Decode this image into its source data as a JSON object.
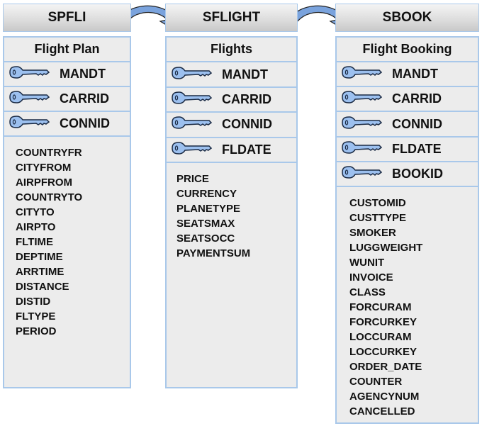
{
  "tables": [
    {
      "name": "SPFLI",
      "title": "Flight Plan",
      "keys": [
        "MANDT",
        "CARRID",
        "CONNID"
      ],
      "fields": [
        "COUNTRYFR",
        "CITYFROM",
        "AIRPFROM",
        "COUNTRYTO",
        "CITYTO",
        "AIRPTO",
        "FLTIME",
        "DEPTIME",
        "ARRTIME",
        "DISTANCE",
        "DISTID",
        "FLTYPE",
        "PERIOD"
      ]
    },
    {
      "name": "SFLIGHT",
      "title": "Flights",
      "keys": [
        "MANDT",
        "CARRID",
        "CONNID",
        "FLDATE"
      ],
      "fields": [
        "PRICE",
        "CURRENCY",
        "PLANETYPE",
        "SEATSMAX",
        "SEATSOCC",
        "PAYMENTSUM"
      ]
    },
    {
      "name": "SBOOK",
      "title": "Flight Booking",
      "keys": [
        "MANDT",
        "CARRID",
        "CONNID",
        "FLDATE",
        "BOOKID"
      ],
      "fields": [
        "CUSTOMID",
        "CUSTTYPE",
        "SMOKER",
        "LUGGWEIGHT",
        "WUNIT",
        "INVOICE",
        "CLASS",
        "FORCURAM",
        "FORCURKEY",
        "LOCCURAM",
        "LOCCURKEY",
        "ORDER_DATE",
        "COUNTER",
        "AGENCYNUM",
        "CANCELLED"
      ]
    }
  ],
  "colors": {
    "border": "#a9c8ea",
    "key": "#9cc0ef",
    "arrow": "#7aa3dd"
  }
}
